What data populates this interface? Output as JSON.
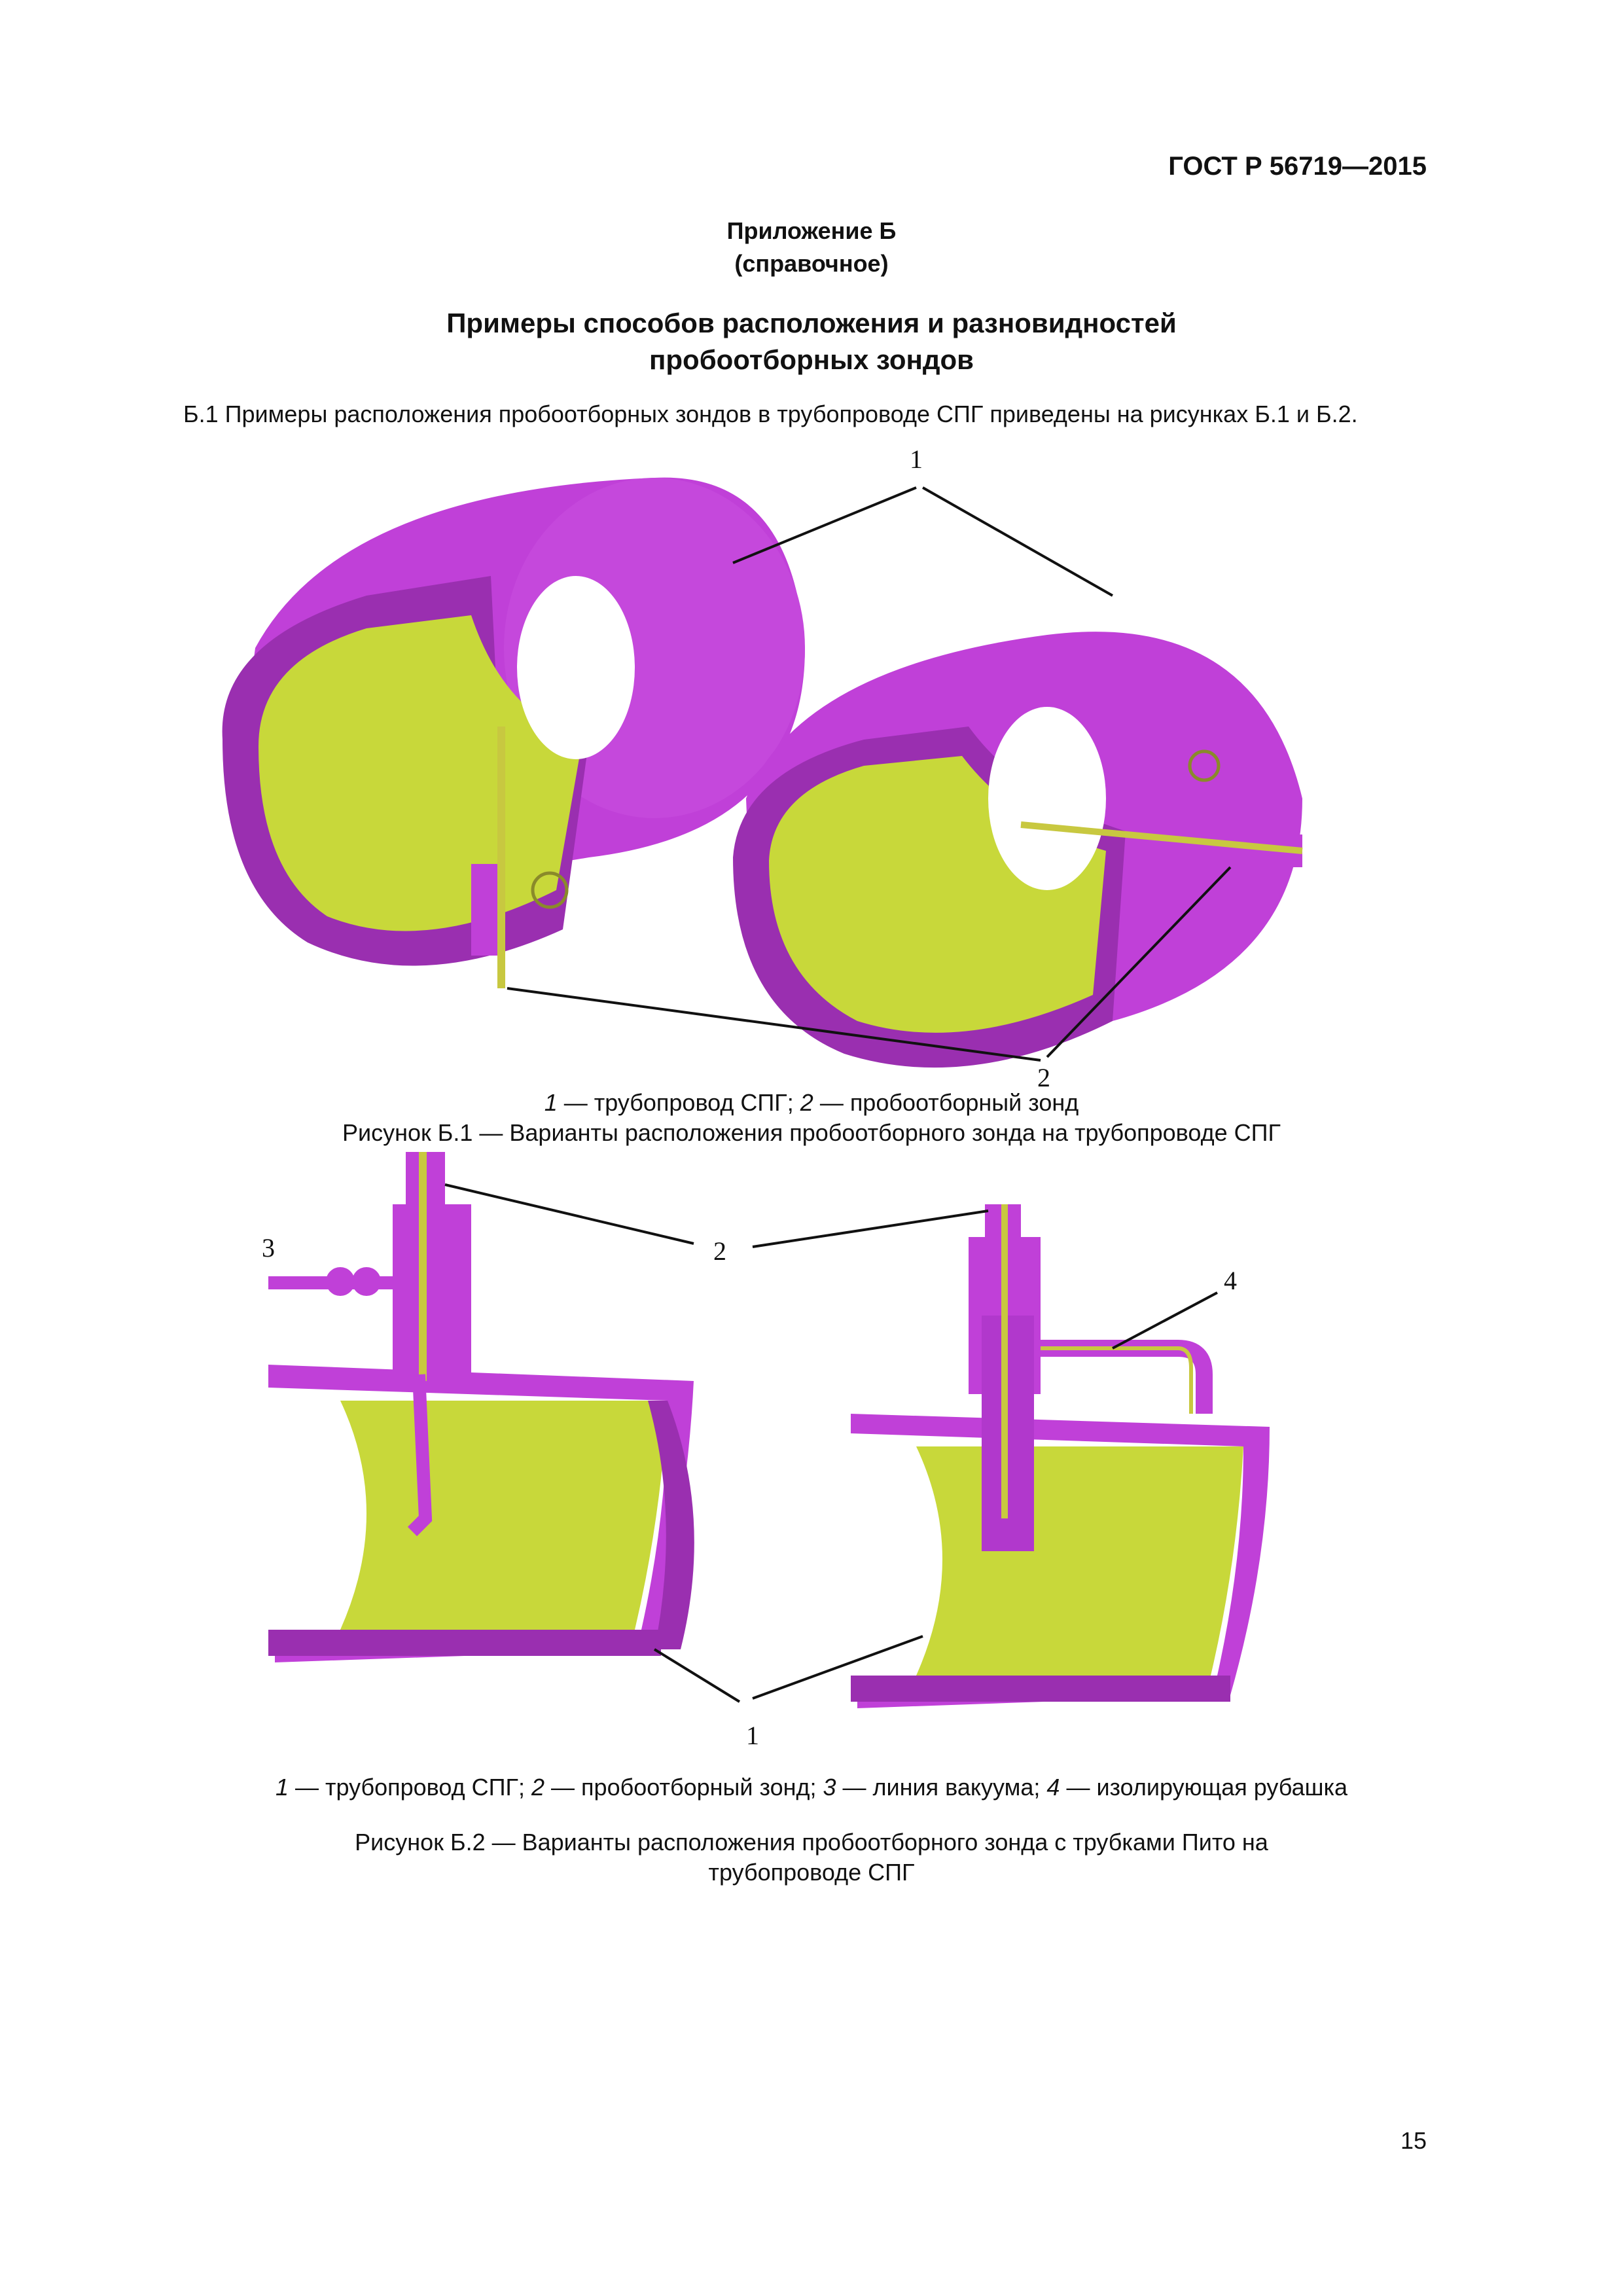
{
  "header": {
    "standard_code": "ГОСТ Р 56719—2015"
  },
  "appendix": {
    "title": "Приложение Б",
    "subtitle": "(справочное)"
  },
  "section": {
    "title_line1": "Примеры способов расположения и разновидностей",
    "title_line2": "пробоотборных зондов"
  },
  "intro_text": "Б.1 Примеры расположения пробоотборных зондов в трубопроводе СПГ приведены на рисунках Б.1 и Б.2.",
  "figure1": {
    "labels": {
      "pipeline": "1",
      "probe": "2"
    },
    "legend": [
      {
        "num": "1",
        "text": " — трубопровод СПГ; "
      },
      {
        "num": "2",
        "text": " — пробоотборный зонд"
      }
    ],
    "caption": "Рисунок Б.1 — Варианты расположения пробоотборного зонда на трубопроводе СПГ"
  },
  "figure2": {
    "labels": {
      "pipeline": "1",
      "probe": "2",
      "vacuum": "3",
      "jacket": "4"
    },
    "legend": [
      {
        "num": "1",
        "text": " — трубопровод СПГ; "
      },
      {
        "num": "2",
        "text": " — пробоотборный зонд; "
      },
      {
        "num": "3",
        "text": " — линия вакуума; "
      },
      {
        "num": "4",
        "text": " — изолирующая рубашка"
      }
    ],
    "caption_line1": "Рисунок Б.2 — Варианты расположения пробоотборного зонда с трубками Пито на",
    "caption_line2": "трубопроводе СПГ"
  },
  "page_number": "15",
  "colors": {
    "pipe_wall": "#c040d8",
    "pipe_wall_dark": "#9a2fb0",
    "pipe_inner": "#c8d83a",
    "pipe_inner_dark": "#9aa824",
    "probe": "#c8c840"
  }
}
